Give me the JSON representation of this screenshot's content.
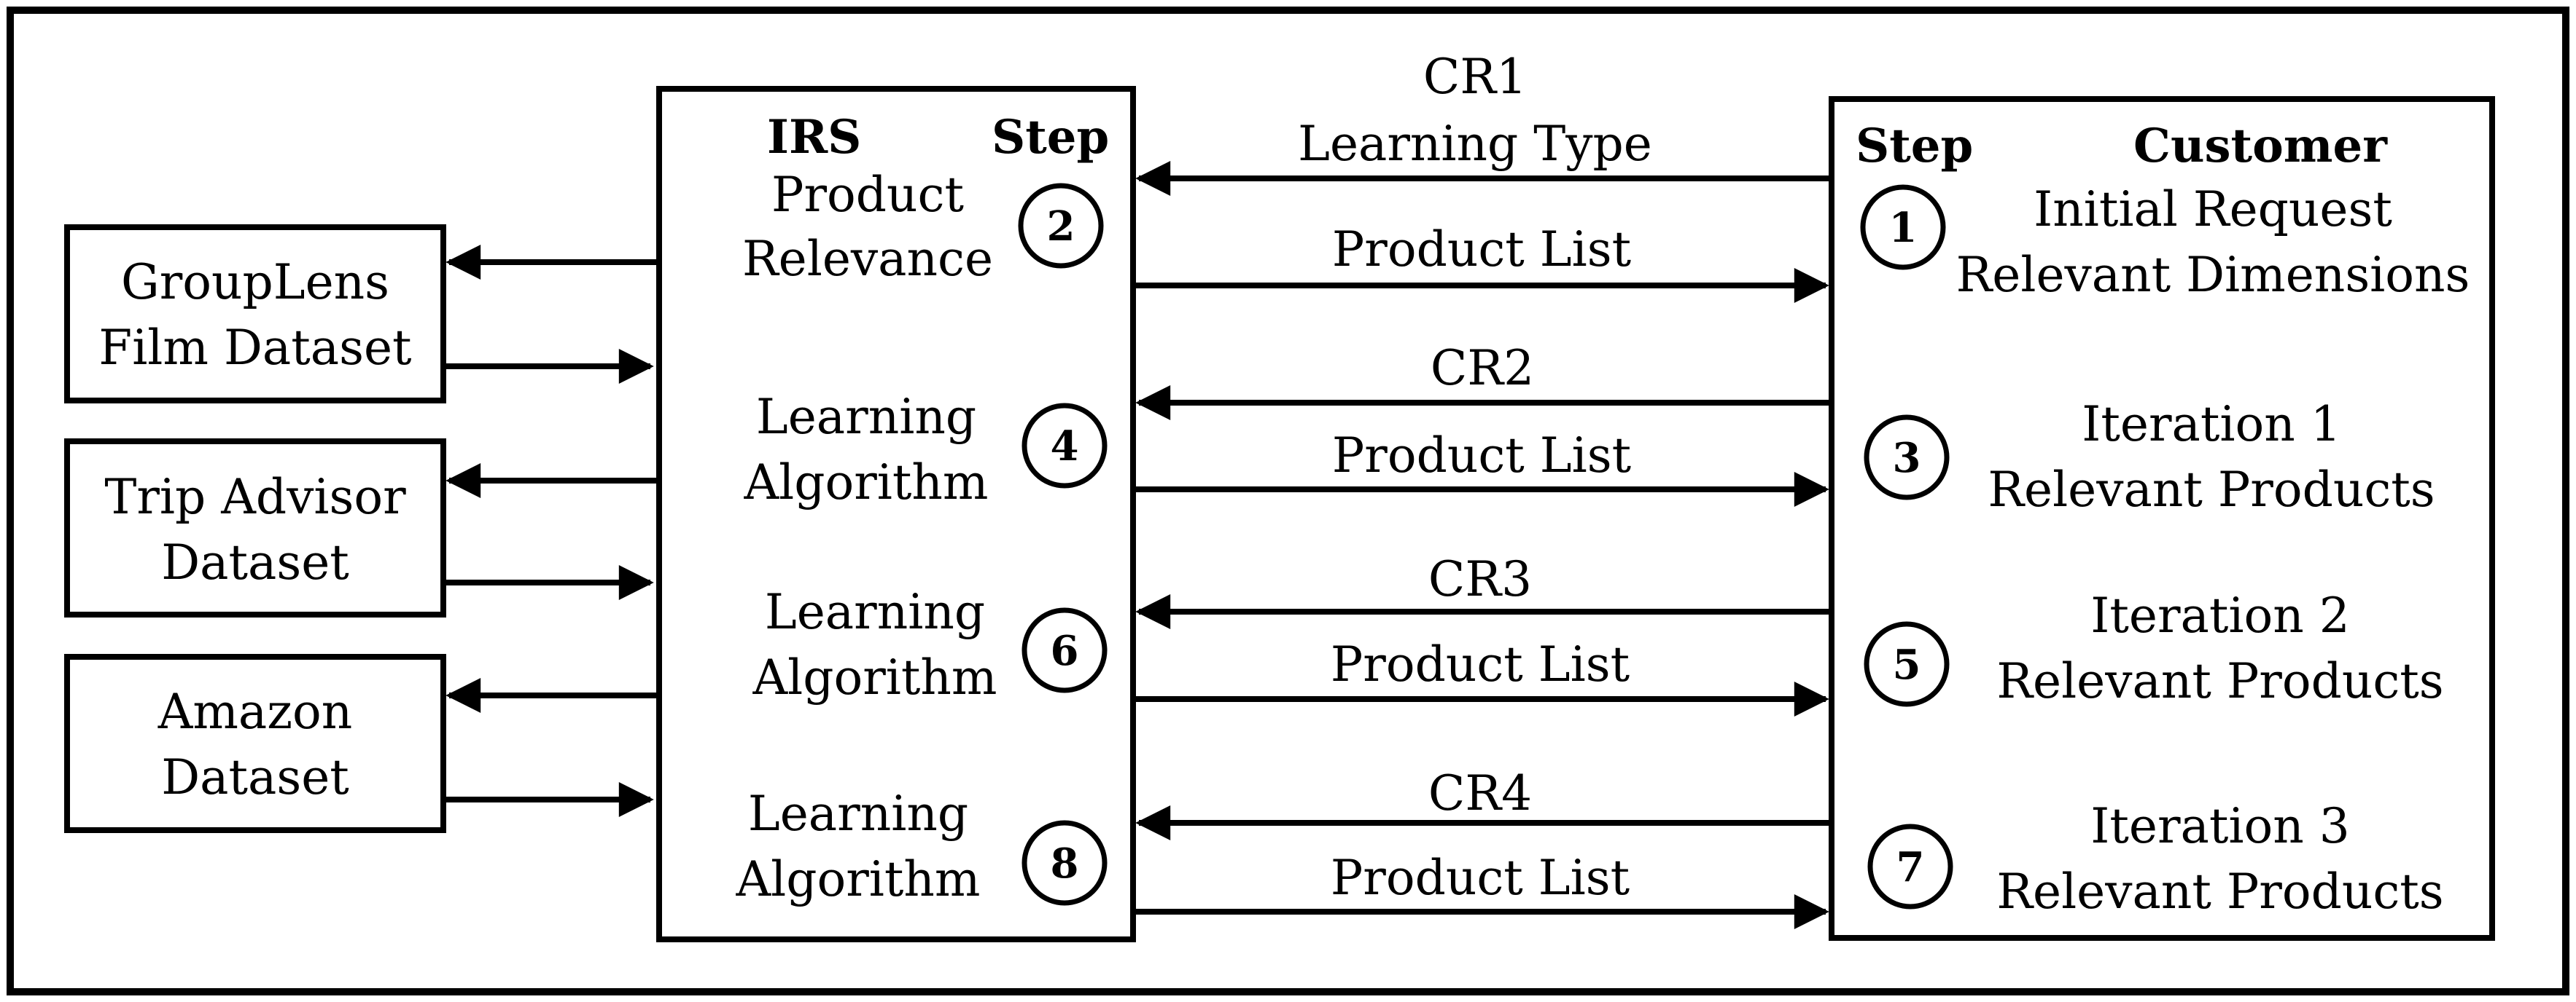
{
  "datasets": {
    "grouplens": {
      "line1": "GroupLens",
      "line2": "Film Dataset"
    },
    "tripadvisor": {
      "line1": "Trip Advisor",
      "line2": "Dataset"
    },
    "amazon": {
      "line1": "Amazon",
      "line2": "Dataset"
    }
  },
  "irs": {
    "title": "IRS",
    "step_header": "Step",
    "steps": [
      {
        "number": "2",
        "line1": "Product",
        "line2": "Relevance"
      },
      {
        "number": "4",
        "line1": "Learning",
        "line2": "Algorithm"
      },
      {
        "number": "6",
        "line1": "Learning",
        "line2": "Algorithm"
      },
      {
        "number": "8",
        "line1": "Learning",
        "line2": "Algorithm"
      }
    ]
  },
  "customer": {
    "title": "Customer",
    "step_header": "Step",
    "steps": [
      {
        "number": "1",
        "line1": "Initial Request",
        "line2": "Relevant Dimensions"
      },
      {
        "number": "3",
        "line1": "Iteration 1",
        "line2": "Relevant Products"
      },
      {
        "number": "5",
        "line1": "Iteration 2",
        "line2": "Relevant Products"
      },
      {
        "number": "7",
        "line1": "Iteration 3",
        "line2": "Relevant Products"
      }
    ]
  },
  "flows": [
    {
      "request_line1": "CR1",
      "request_line2": "Learning Type",
      "response": "Product List"
    },
    {
      "request_line1": "CR2",
      "request_line2": "",
      "response": "Product List"
    },
    {
      "request_line1": "CR3",
      "request_line2": "",
      "response": "Product List"
    },
    {
      "request_line1": "CR4",
      "request_line2": "",
      "response": "Product List"
    }
  ]
}
